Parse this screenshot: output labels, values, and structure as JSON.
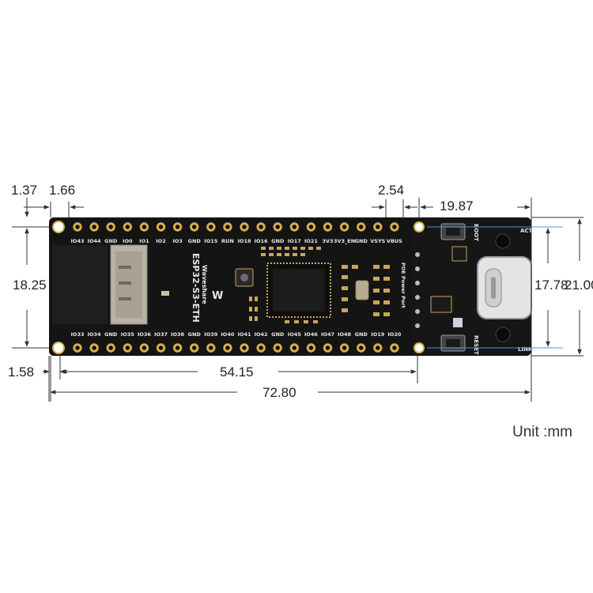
{
  "dimensions": {
    "d1": "1.37",
    "d2": "1.66",
    "d3": "2.54",
    "d4": "19.87",
    "d5": "18.25",
    "d6": "17.78",
    "d7": "21.00",
    "d8": "1.58",
    "d9": "54.15",
    "d10": "72.80"
  },
  "unit": "Unit :mm",
  "board": {
    "name": "ESP32-S3-ETH",
    "brand": "Waveshare",
    "poe_label": "POE Power Port",
    "boot_label": "BOOT",
    "reset_label": "RESET",
    "act_label": "ACT",
    "link_label": "LINK",
    "top_pins": [
      "IO43",
      "IO44",
      "GND",
      "IO0",
      "IO1",
      "IO2",
      "IO3",
      "GND",
      "IO15",
      "RUN",
      "IO18",
      "IO16",
      "GND",
      "IO17",
      "IO21",
      "3V3",
      "3V3_EN",
      "GND",
      "VSYS",
      "VBUS"
    ],
    "bottom_pins": [
      "IO33",
      "IO34",
      "GND",
      "IO35",
      "IO36",
      "IO37",
      "IO38",
      "GND",
      "IO39",
      "IO40",
      "IO41",
      "IO42",
      "GND",
      "IO45",
      "IO46",
      "IO47",
      "IO48",
      "GND",
      "IO19",
      "IO20"
    ],
    "colors": {
      "pcb": "#141414",
      "pad": "#d6b04a",
      "silk": "#e8e8e8",
      "dim_line": "#333333",
      "guide": "#5a8fd0"
    }
  }
}
